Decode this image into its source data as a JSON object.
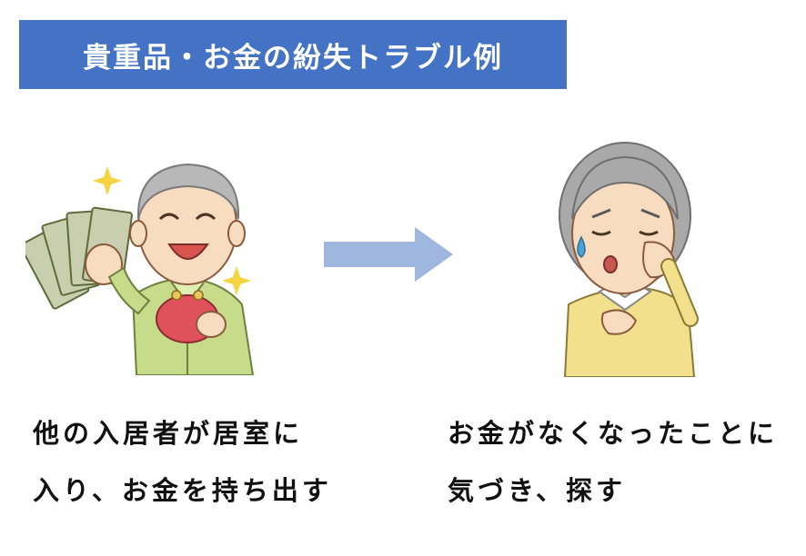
{
  "title": "貴重品・お金の紛失トラブル例",
  "left_panel": {
    "caption_line1": "他の入居者が居室に",
    "caption_line2": "入り、お金を持ち出す"
  },
  "right_panel": {
    "caption_line1": "お金がなくなったことに",
    "caption_line2": "気づき、探す"
  },
  "colors": {
    "banner": "#4472c4",
    "arrow": "#9fb7de",
    "left_shirt": "#c6dc8a",
    "purse": "#e0525b",
    "right_shirt": "#f2e08c",
    "tear": "#4aa3d8"
  },
  "icons": [
    "elderly-man-holding-money-illustration",
    "elderly-woman-worried-illustration",
    "right-arrow-icon",
    "sparkle-icon"
  ]
}
